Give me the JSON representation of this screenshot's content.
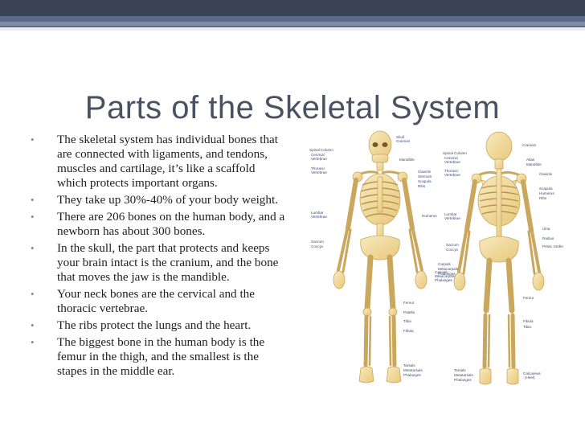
{
  "slide": {
    "title": "Parts of the Skeletal System",
    "bullets": [
      "The skeletal system has individual bones that are connected with ligaments, and tendons, muscles and cartilage, it’s like a scaffold which protects important organs.",
      "They take up 30%-40% of your body weight.",
      "There are 206 bones on the human body, and a newborn has about 300 bones.",
      "In the skull, the part that protects and keeps your brain intact is the cranium, and the bone that moves the jaw is the mandible.",
      "Your neck bones are the cervical and the thoracic vertebrae.",
      "The ribs protect the lungs and the heart.",
      "The biggest bone in the human body is the femur in the thigh, and the smallest is the stapes in the middle ear."
    ]
  },
  "figure": {
    "front_labels": {
      "skull": "Skull",
      "cranium": "Cranium",
      "spinal_column": "Spinal Column",
      "cervical": "Cervical",
      "vertebrae": "Vertebrae",
      "mandible": "Mandible",
      "thoracic": "Thoracic",
      "thoracic_vertebrae": "Vertebrae",
      "clavicle": "Clavicle",
      "sternum": "Sternum",
      "scapula": "Scapula",
      "ribs": "Ribs",
      "humerus": "Humerus",
      "lumbar": "Lumbar",
      "lumbar_vertebrae": "Vertebrae",
      "sacrum": "Sacrum",
      "coccyx": "Coccyx",
      "carpals": "Carpals",
      "metacarpals": "Metacarpals",
      "phalanges": "Phalanges",
      "femur": "Femur",
      "patella": "Patella",
      "tibia": "Tibia",
      "fibula": "Fibula",
      "tarsals": "Tarsals",
      "metatarsals": "Metatarsals",
      "foot_phalanges": "Phalanges"
    },
    "back_labels": {
      "cranium": "Cranium",
      "spinal_column": "Spinal Column",
      "cervical": "Cervical",
      "vertebrae": "Vertebrae",
      "atlas": "Atlas",
      "mandible": "Mandible",
      "thoracic": "Thoracic",
      "thoracic_vertebrae": "Vertebrae",
      "clavicle": "Clavicle",
      "scapula": "Scapula",
      "humerus": "Humerus",
      "ribs": "Ribs",
      "lumbar": "Lumbar",
      "lumbar_vertebrae": "Vertebrae",
      "ulna": "Ulna",
      "radius": "Radius",
      "pelvic_girdle": "Pelvic Girdle",
      "sacrum": "Sacrum",
      "coccyx": "Coccyx",
      "carpals": "Carpals",
      "metacarpals": "Metacarpals",
      "phalanges": "Phalanges",
      "femur": "Femur",
      "fibula": "Fibula",
      "tibia": "Tibia",
      "tarsals": "Tarsals",
      "metatarsals": "Metatarsals",
      "foot_phalanges": "Phalanges",
      "calcaneus": "Calcaneus",
      "heel": "(Heel)"
    }
  },
  "colors": {
    "header_dark": "#3b4456",
    "header_mid": "#5a6b86",
    "title": "#4a5262",
    "bullet": "#7a8aa6",
    "bone_fill": "#f2dc9e",
    "bone_stroke": "#c9a75c",
    "label": "#3b4a78"
  }
}
